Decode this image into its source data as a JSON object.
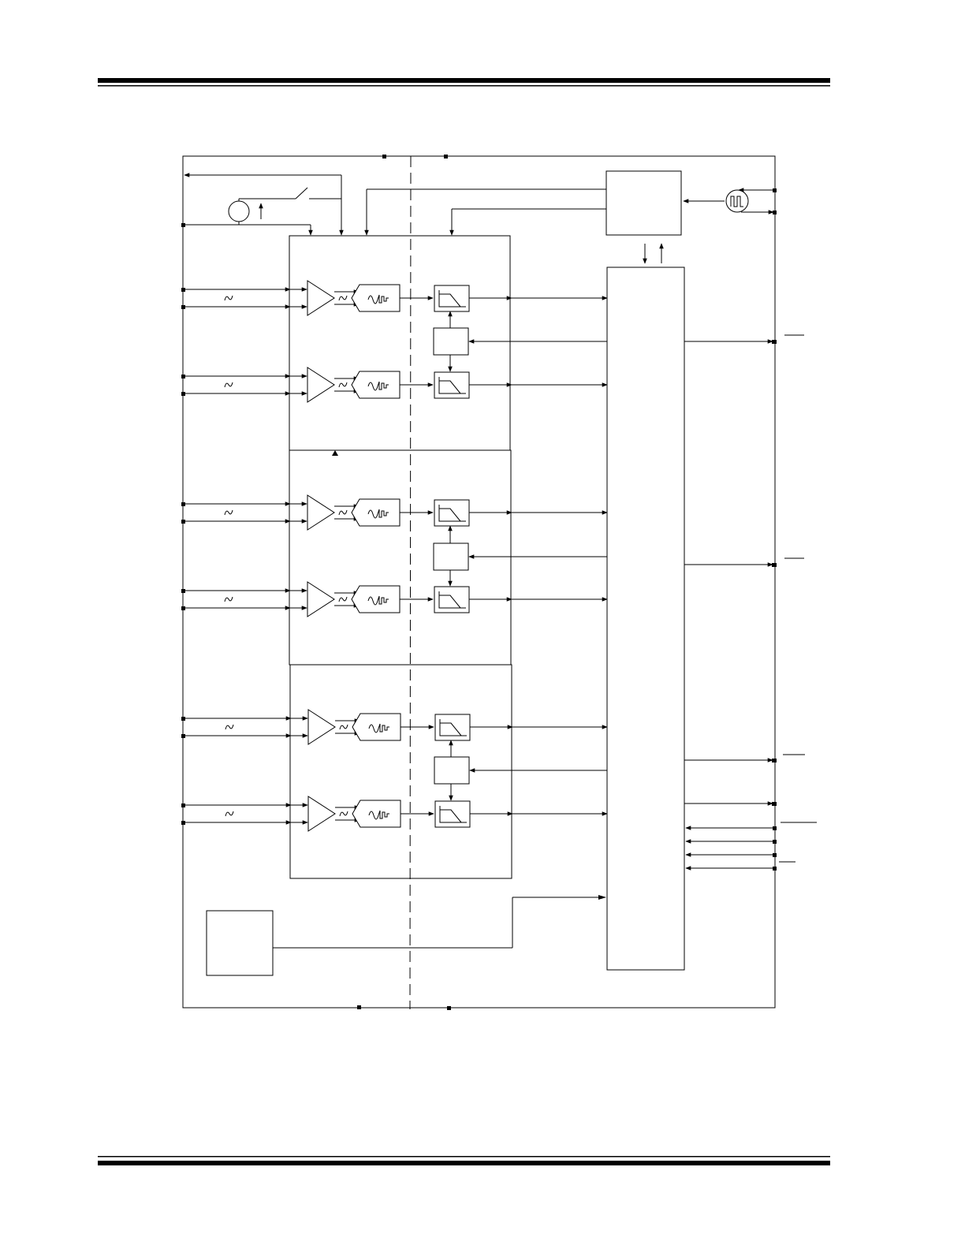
{
  "page": {
    "background": "#ffffff",
    "ink": "#000000"
  },
  "diagram": {
    "channel_pairs": 3,
    "channels_per_pair": 2,
    "bottom_block_count": 1,
    "symbols": {
      "input_signal": "sine-icon",
      "amplifier": "pga-triangle-icon",
      "modulator": "delta-sigma-modulator-icon",
      "filter": "sinc-filter-icon",
      "clock": "oscillator-icon",
      "reference": "voltage-reference-icon"
    }
  }
}
